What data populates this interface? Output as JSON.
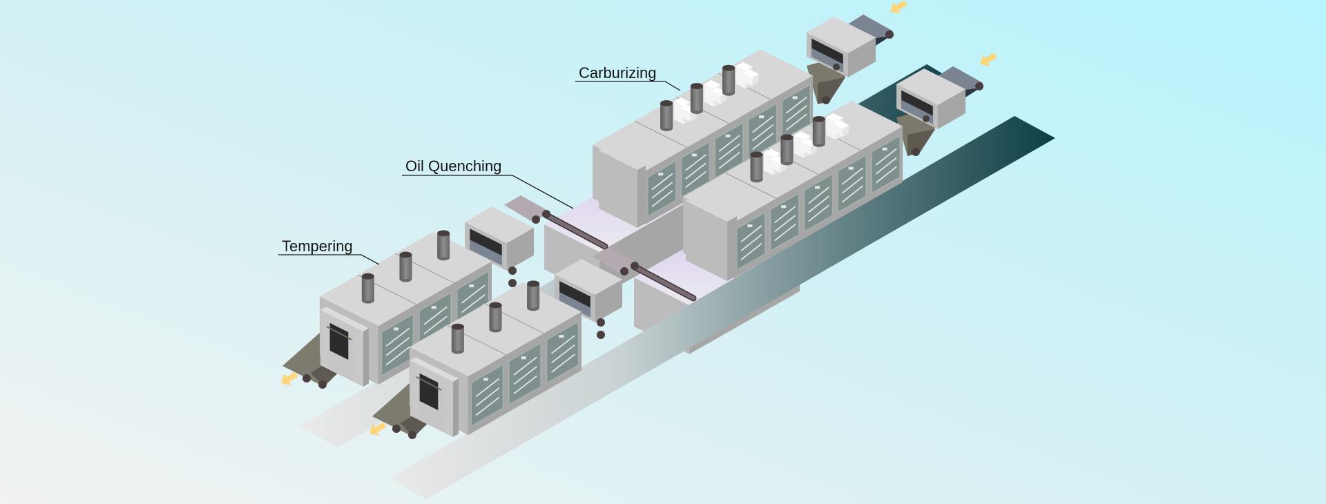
{
  "labels": {
    "carburizing": "Carburizing",
    "oil_quenching": "Oil Quenching",
    "tempering": "Tempering"
  },
  "colors": {
    "background_light": "#f0f2f2",
    "background_accent": "#b9f4fc",
    "floor_dark": "#0d3e46",
    "machine_top": "#d7d7d7",
    "machine_side": "#a6a6a6",
    "machine_end": "#bcbcbc",
    "door_panel": "#7e8f8d",
    "arrow": "#fdd57a",
    "quench_oil": "#dccff0"
  }
}
